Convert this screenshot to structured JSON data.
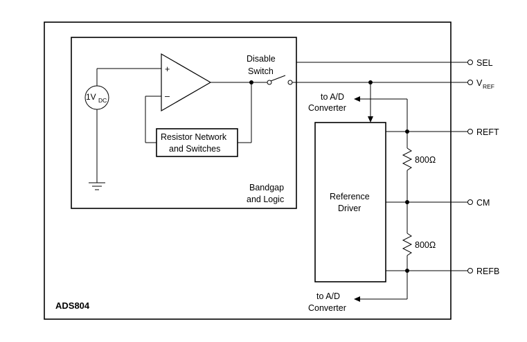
{
  "chip_name": "ADS804",
  "block_labels": {
    "bandgap_line1": "Bandgap",
    "bandgap_line2": "and Logic",
    "disable_switch_line1": "Disable",
    "disable_switch_line2": "Switch",
    "resistor_network_line1": "Resistor Network",
    "resistor_network_line2": "and Switches",
    "reference_driver_line1": "Reference",
    "reference_driver_line2": "Driver",
    "to_adc_line1": "to A/D",
    "to_adc_line2": "Converter",
    "voltage_source_main": "1V",
    "voltage_source_sub": "DC",
    "opamp_plus": "+",
    "opamp_minus": "–",
    "resistor_top_value": "800Ω",
    "resistor_bottom_value": "800Ω"
  },
  "pins": {
    "sel": "SEL",
    "vref_main": "V",
    "vref_sub": "REF",
    "reft": "REFT",
    "cm": "CM",
    "refb": "REFB"
  }
}
